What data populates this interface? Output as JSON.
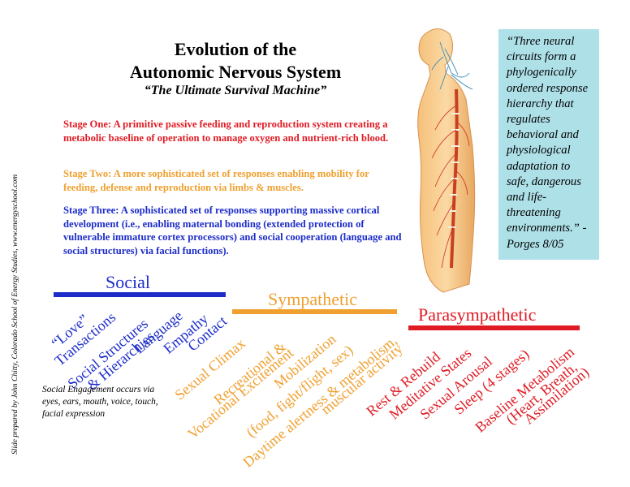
{
  "title": {
    "line1": "Evolution of the",
    "line2": "Autonomic Nervous System",
    "subtitle": "“The Ultimate Survival Machine”"
  },
  "stages": [
    {
      "text": "Stage One: A primitive passive feeding and reproduction system creating a metabolic baseline of operation to manage oxygen and nutrient-rich blood.",
      "color": "#e01b24"
    },
    {
      "text": "Stage Two: A more sophisticated set of responses enabling mobility for feeding, defense and reproduction via limbs & muscles.",
      "color": "#f0a030"
    },
    {
      "text": "Stage Three: A sophisticated set of responses supporting massive cortical development (i.e., enabling maternal bonding (extended protection of vulnerable immature cortex processors) and social cooperation (language and social structures) via facial functions).",
      "color": "#1c2cc8"
    }
  ],
  "quote": {
    "text": "“Three neural circuits form a phylogenically ordered response hierarchy that regulates behavioral and physiological adaptation to safe, dangerous and life-threatening environments.” -Porges 8/05"
  },
  "credit": "Slide prepared by John Chitty, Colorado School of Energy Studies, www.energyschool.com",
  "branches": {
    "social": {
      "header": "Social",
      "color": "#1c2cc8",
      "items": [
        "“Love”",
        "Transactions",
        "Social Structures",
        "& Hierarchies",
        "Language",
        "Empathy",
        "Contact"
      ],
      "note": "Social Engagement occurs via eyes, ears, mouth, voice, touch, facial expression"
    },
    "sympathetic": {
      "header": "Sympathetic",
      "color": "#f0a030",
      "items": [
        "Sexual Climax",
        "Recreational &",
        "Vocational Excitement",
        "Mobilization",
        "(food, fight/flight, sex)",
        "Daytime alertness & metabolism,",
        "muscular activity"
      ]
    },
    "parasympathetic": {
      "header": "Parasympathetic",
      "color": "#e01b24",
      "items": [
        "Rest & Rebuild",
        "Meditative States",
        "Sexual Arousal",
        "Sleep (4 stages)",
        "Baseline Metabolism",
        "(Heart, Breath,",
        "Assimilation)"
      ]
    }
  }
}
